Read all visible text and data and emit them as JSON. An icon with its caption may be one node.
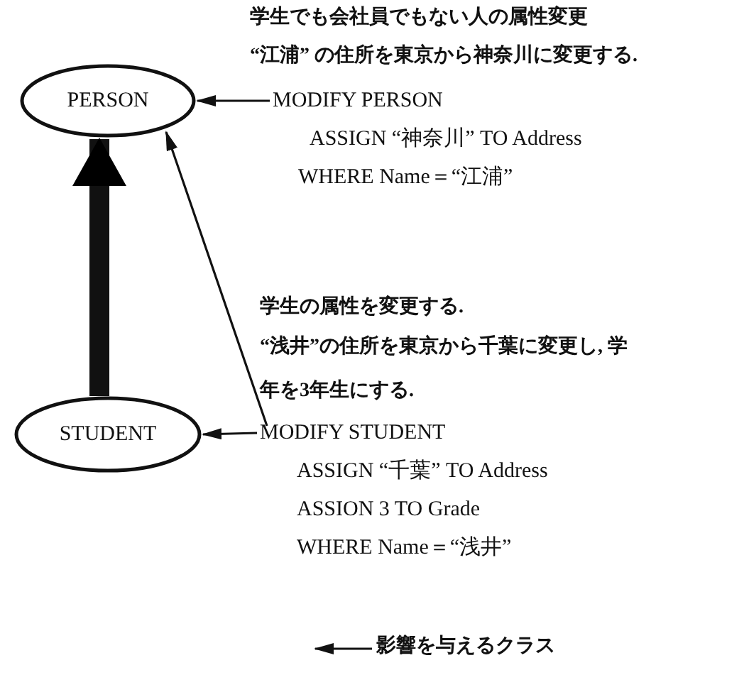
{
  "diagram": {
    "nodes": [
      {
        "text": [
          "PERSON"
        ]
      },
      {
        "text": [
          "STUDENT"
        ]
      },
      {
        "text": [
          "学生でも会社員でもない人の属性変更",
          "“江浦” の住所を東京から神奈川に変更する.",
          "MODIFY PERSON",
          "ASSIGN “神奈川” TO Address",
          "WHERE Name＝“江浦”"
        ]
      },
      {
        "text": [
          "学生の属性を変更する.",
          "“浅井”の住所を東京から千葉に変更し, 学年を3年生にする.",
          "MODIFY STUDENT",
          "ASSIGN “千葉” TO Address",
          "ASSION 3 TO Grade",
          "WHERE Name＝“浅井”"
        ]
      }
    ],
    "edges": [
      {
        "from": 1,
        "to": 0,
        "arrow": "to",
        "style": "thick"
      },
      {
        "from": 2,
        "to": 0,
        "arrow": "to"
      },
      {
        "from": 3,
        "to": 0,
        "arrow": "to"
      },
      {
        "from": 3,
        "to": 1,
        "arrow": "to"
      }
    ],
    "legend": [
      {
        "text": "影響を与えるクラス"
      }
    ]
  }
}
